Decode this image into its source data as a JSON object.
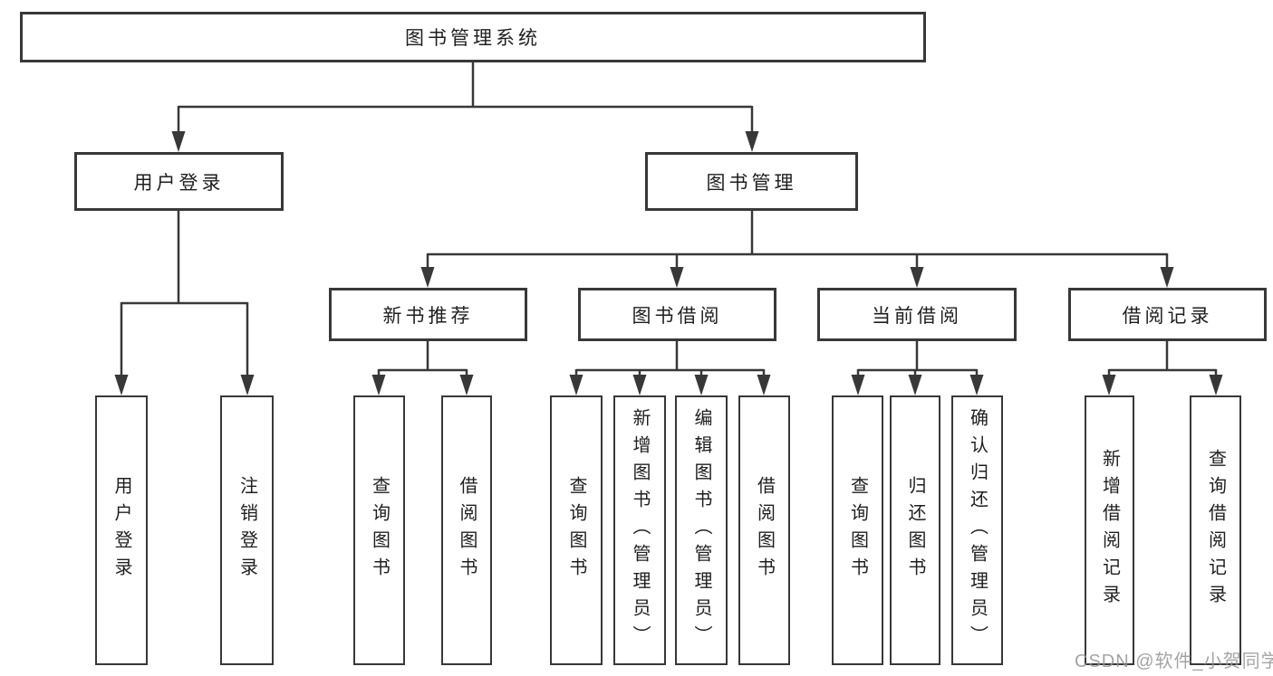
{
  "diagram": {
    "title": "图书管理系统",
    "root": {
      "label": "图书管理系统"
    },
    "branches": [
      {
        "label": "用户登录",
        "children": [
          {
            "label": "用户登录"
          },
          {
            "label": "注销登录"
          }
        ]
      },
      {
        "label": "图书管理",
        "children": [
          {
            "label": "新书推荐",
            "children": [
              {
                "label": "查询图书"
              },
              {
                "label": "借阅图书"
              }
            ]
          },
          {
            "label": "图书借阅",
            "children": [
              {
                "label": "查询图书"
              },
              {
                "label": "新增图书（管理员）"
              },
              {
                "label": "编辑图书（管理员）"
              },
              {
                "label": "借阅图书"
              }
            ]
          },
          {
            "label": "当前借阅",
            "children": [
              {
                "label": "查询图书"
              },
              {
                "label": "归还图书"
              },
              {
                "label": "确认归还（管理员）"
              }
            ]
          },
          {
            "label": "借阅记录",
            "children": [
              {
                "label": "新增借阅记录"
              },
              {
                "label": "查询借阅记录"
              }
            ]
          }
        ]
      }
    ]
  },
  "watermark": {
    "text": "CSDN @软件_小贺同学"
  },
  "colors": {
    "line": "#383838",
    "box_border": "#383838",
    "text": "#1f1f1f",
    "watermark": "#949494",
    "background": "#ffffff"
  }
}
